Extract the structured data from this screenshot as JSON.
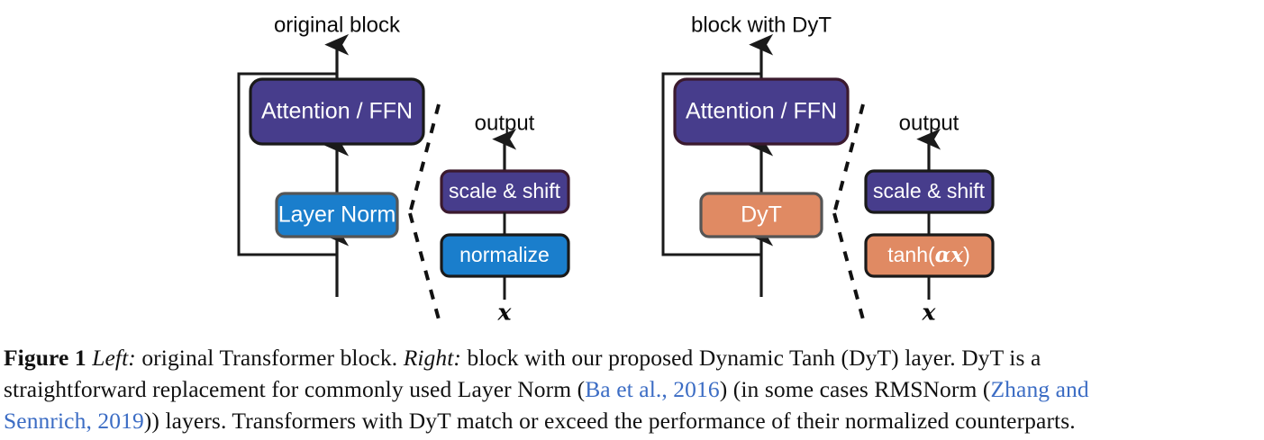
{
  "figure": {
    "panels": [
      {
        "id": "left",
        "title": "original block",
        "main_blocks": [
          {
            "name": "attention-ffn",
            "label": "Attention / FFN",
            "fill": "#473d8c",
            "stroke": "#1a1a1a",
            "text_color": "#ffffff"
          },
          {
            "name": "norm-layer",
            "label": "Layer Norm",
            "fill": "#1a7ecc",
            "stroke": "#555555",
            "text_color": "#ffffff"
          }
        ],
        "inset": {
          "output_label": "output",
          "input_label": "x",
          "blocks": [
            {
              "name": "scale-shift",
              "label": "scale & shift",
              "fill": "#473d8c",
              "stroke": "#3b1a2e",
              "text_color": "#ffffff"
            },
            {
              "name": "normalize",
              "label": "normalize",
              "fill": "#1a7ecc",
              "stroke": "#1a1a1a",
              "text_color": "#ffffff"
            }
          ]
        }
      },
      {
        "id": "right",
        "title": "block with DyT",
        "main_blocks": [
          {
            "name": "attention-ffn",
            "label": "Attention / FFN",
            "fill": "#473d8c",
            "stroke": "#3b1a2e",
            "text_color": "#ffffff"
          },
          {
            "name": "dyt-layer",
            "label": "DyT",
            "fill": "#e08a63",
            "stroke": "#555555",
            "text_color": "#ffffff"
          }
        ],
        "inset": {
          "output_label": "output",
          "input_label": "x",
          "blocks": [
            {
              "name": "scale-shift",
              "label": "scale & shift",
              "fill": "#473d8c",
              "stroke": "#1a1a1a",
              "text_color": "#ffffff"
            },
            {
              "name": "tanh-alpha-x",
              "label": "tanh(αx)",
              "label_prefix": "tanh(",
              "label_math": "αx",
              "label_suffix": ")",
              "fill": "#e08a63",
              "stroke": "#1a1a1a",
              "text_color": "#ffffff"
            }
          ]
        }
      }
    ],
    "colors": {
      "purple": "#473d8c",
      "blue": "#1a7ecc",
      "orange": "#e08a63",
      "outline_dark": "#1a1a1a",
      "outline_maroon": "#3b1a2e",
      "outline_gray": "#555555",
      "citation_link": "#3b6cc4",
      "background": "#ffffff"
    }
  },
  "caption": {
    "label": "Figure 1",
    "line1": {
      "seg1_italic": "Left:",
      "seg2": " original Transformer block. ",
      "seg3_italic": "Right:",
      "seg4": " block with our proposed Dynamic Tanh (DyT) layer. DyT is a"
    },
    "line2": {
      "seg1": "straightforward replacement for commonly used Layer Norm (",
      "cite1": "Ba et al., 2016",
      "seg2": ") (in some cases RMSNorm (",
      "cite2": "Zhang and"
    },
    "line3": {
      "cite3": "Sennrich, 2019",
      "seg1": ")) layers. Transformers with DyT match or exceed the performance of their normalized counterparts."
    }
  }
}
